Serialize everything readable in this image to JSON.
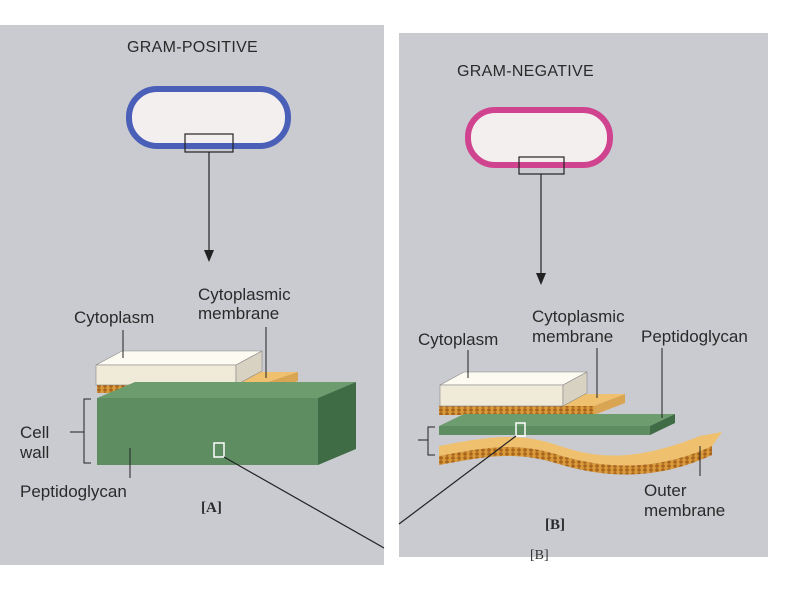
{
  "panel_a": {
    "title": "GRAM-POSITIVE",
    "cytoplasm": "Cytoplasm",
    "membrane_line1": "Cytoplasmic",
    "membrane_line2": "membrane",
    "cell_wall_line1": "Cell",
    "cell_wall_line2": "wall",
    "peptidoglycan": "Peptidoglycan",
    "tag": "[A]",
    "outline_color": "#4a5fb8"
  },
  "panel_b": {
    "title": "GRAM-NEGATIVE",
    "cytoplasm": "Cytoplasm",
    "membrane_line1": "Cytoplasmic",
    "membrane_line2": "membrane",
    "peptidoglycan": "Peptidoglycan",
    "outer_line1": "Outer",
    "outer_line2": "membrane",
    "tag": "[B]",
    "outline_color": "#d0448f"
  },
  "caption_below": "[B]"
}
